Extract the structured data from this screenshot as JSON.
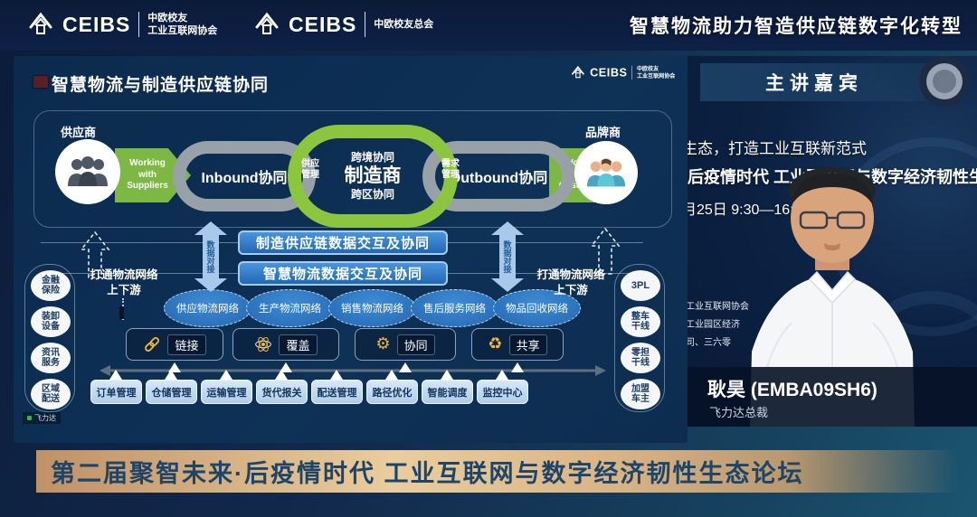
{
  "header": {
    "logo1": {
      "brand": "CEIBS",
      "sub1": "中欧校友",
      "sub2": "工业互联网协会"
    },
    "logo2": {
      "brand": "CEIBS",
      "sub": "中欧校友总会"
    },
    "title": "智慧物流助力智造供应链数字化转型"
  },
  "slide": {
    "title": "智慧物流与制造供应链协同",
    "logo": {
      "brand": "CEIBS",
      "sub1": "中欧校友",
      "sub2": "工业互联网协会"
    },
    "chain": {
      "supplier_label": "供应商",
      "working_suppliers": "Working\nwith\nSuppliers",
      "inbound": "Inbound协同",
      "supply_mgmt": "供应\n管理",
      "cross_border": "跨境协同",
      "manufacturer": "制造商",
      "cross_region": "跨区协同",
      "demand_mgmt": "需求\n管理",
      "outbound": "Outbound协同",
      "working_customers": "Working\nwith\nCustomers",
      "brand_label": "品牌商"
    },
    "data_bar_1": "制造供应链数据交互及协同",
    "data_bar_2": "智慧物流数据交互及协同",
    "data_link": "数据对接",
    "open_left": "打通物流网络\n上下游",
    "open_right": "打通物流网络\n上下游",
    "clouds": [
      "供应物流网络",
      "生产物流网络",
      "销售物流网络",
      "售后服务网络",
      "物品回收网络"
    ],
    "capabilities": [
      {
        "icon": "chain-link-icon",
        "label": "链接"
      },
      {
        "icon": "atom-icon",
        "label": "覆盖"
      },
      {
        "icon": "gears-icon",
        "label": "协同"
      },
      {
        "icon": "recycle-icon",
        "label": "共享"
      }
    ],
    "modules": [
      "订单管理",
      "仓储管理",
      "运输管理",
      "货代报关",
      "配送管理",
      "路径优化",
      "智能调度",
      "监控中心"
    ],
    "left_services": [
      "金融\n保险",
      "装卸\n设备",
      "资讯\n服务",
      "区域\n配送"
    ],
    "right_services": [
      "3PL",
      "整车\n干线",
      "零担\n干线",
      "加盟\n车主"
    ],
    "watermark": "飞力达"
  },
  "video": {
    "header": "主讲嘉宾",
    "line1": "生态，打造工业互联新范式",
    "line2": "·后疫情时代 工业互联网与数字经济韧性生",
    "line3": "月25日 9:30—16:20",
    "frag1": "工业互联网协会",
    "frag2": "工业园区经济",
    "frag3": "司、三六零",
    "name": "耿昊 (EMBA09SH6)",
    "role": "飞力达总裁"
  },
  "banner": {
    "text": "第二届聚智未来·后疫情时代 工业互联网与数字经济韧性生态论坛"
  },
  "colors": {
    "accent_green": "#8cc63f",
    "accent_blue": "#2e7dd1",
    "light_blue": "#a9c9ea",
    "cloud_blue": "#2e7ac8",
    "gold": "#eacd9e",
    "banner_text": "#1d4568",
    "icon_yellow": "#f2b63c",
    "navy_bg": "#0d2146"
  }
}
